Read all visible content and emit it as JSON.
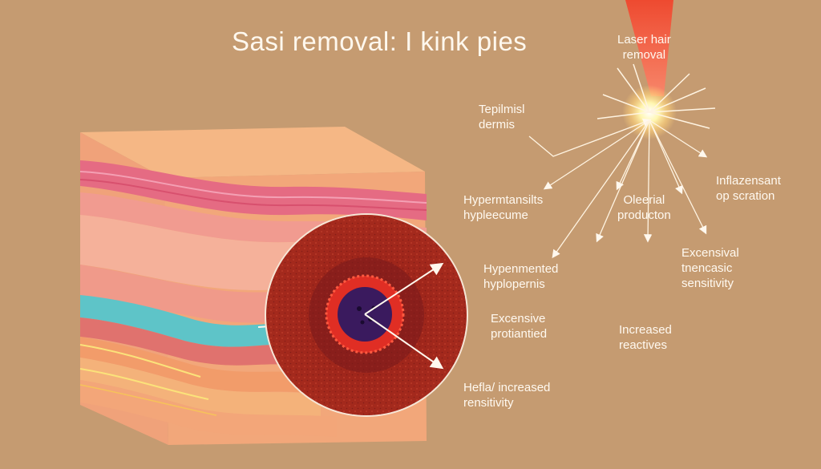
{
  "title": "Sasi removal: I kink pies",
  "labels": {
    "laser": [
      "Laser hair",
      "removal"
    ],
    "tepi": [
      "Tepilmisl",
      "dermis"
    ],
    "hyper1": [
      "Hypermtansilts",
      "hypleecume"
    ],
    "oleerial": [
      "Oleerial",
      "producton"
    ],
    "inflaz": [
      "Inflazensant",
      "op scration"
    ],
    "hyper2": [
      "Hypenmented",
      "hyplopernis"
    ],
    "excensival": [
      "Excensival",
      "tnencasic",
      "sensitivity"
    ],
    "excensive": [
      "Excensive",
      "protiantied"
    ],
    "increased": [
      "Increased",
      "reactives"
    ],
    "hefla": [
      "Hefla/ increased",
      "rensitivity"
    ]
  },
  "colors": {
    "background": "#c59b71",
    "skin_top": "#f4b584",
    "laser_beam": "#ef5a3c",
    "cyan_layer": "#5bc4c9",
    "circle_dark": "#8a1b16",
    "follicle_core": "#2b1455"
  }
}
